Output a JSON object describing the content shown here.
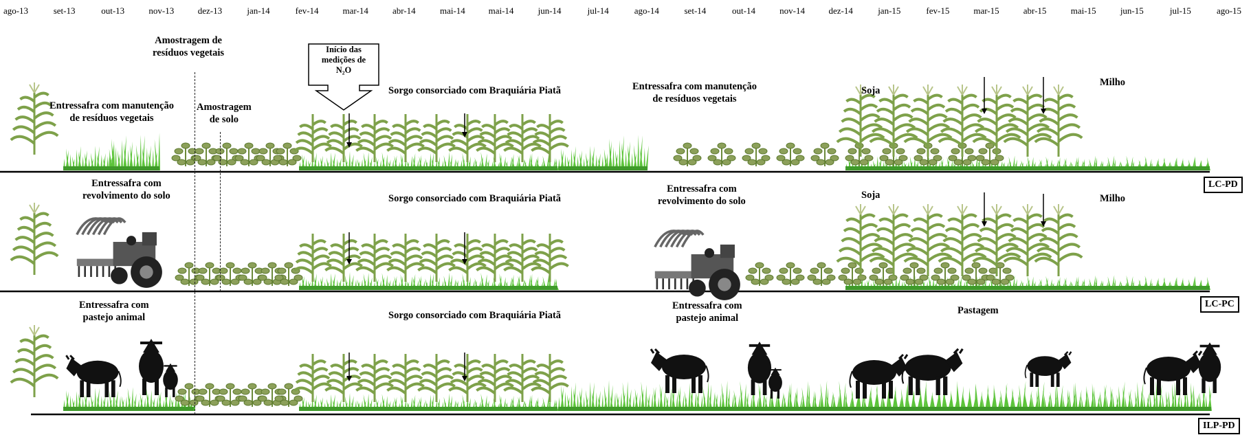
{
  "timeline": [
    "ago-13",
    "set-13",
    "out-13",
    "nov-13",
    "dez-13",
    "jan-14",
    "fev-14",
    "mar-14",
    "abr-14",
    "mai-14",
    "mai-14",
    "jun-14",
    "jul-14",
    "ago-14",
    "set-14",
    "out-14",
    "nov-14",
    "dez-14",
    "jan-15",
    "fev-15",
    "mar-15",
    "abr-15",
    "mai-15",
    "jun-15",
    "jul-15",
    "ago-15"
  ],
  "annotations": {
    "plant_sampling": [
      "Amostragem de",
      "resíduos vegetais"
    ],
    "soil_sampling": [
      "Amostragem",
      "de solo"
    ],
    "n2o_start": [
      "Início das",
      "medições de",
      "N₂O"
    ]
  },
  "rows": [
    {
      "tag": "LC-PD",
      "labels": {
        "fallow1": [
          "Entressafra com manutenção",
          "de resíduos vegetais"
        ],
        "crop1": "Sorgo consorciado com Braquiária Piatã",
        "fallow2": [
          "Entressafra com manutenção",
          "de resíduos vegetais"
        ],
        "crop2": "Soja",
        "crop3": "Milho"
      }
    },
    {
      "tag": "LC-PC",
      "labels": {
        "fallow1": [
          "Entressafra com",
          "revolvimento do solo"
        ],
        "crop1": "Sorgo consorciado com Braquiária Piatã",
        "fallow2": [
          "Entressafra com",
          "revolvimento do solo"
        ],
        "crop2": "Soja",
        "crop3": "Milho"
      }
    },
    {
      "tag": "ILP-PD",
      "labels": {
        "fallow1": [
          "Entressafra com",
          "pastejo animal"
        ],
        "crop1": "Sorgo consorciado com Braquiária Piatã",
        "fallow2": [
          "Entressafra com",
          "pastejo animal"
        ],
        "crop2": "Pastagem"
      }
    }
  ],
  "colors": {
    "grass": "#5cc43a",
    "grass_dark": "#3f9a2a",
    "plant": "#7ea14a",
    "animal": "#111111",
    "tractor": "#555555"
  },
  "icons": [
    "corn-plant-icon",
    "grass-tuft-icon",
    "soybean-plant-icon",
    "sorghum-plant-icon",
    "tractor-icon",
    "cow-icon",
    "down-arrow-icon"
  ]
}
